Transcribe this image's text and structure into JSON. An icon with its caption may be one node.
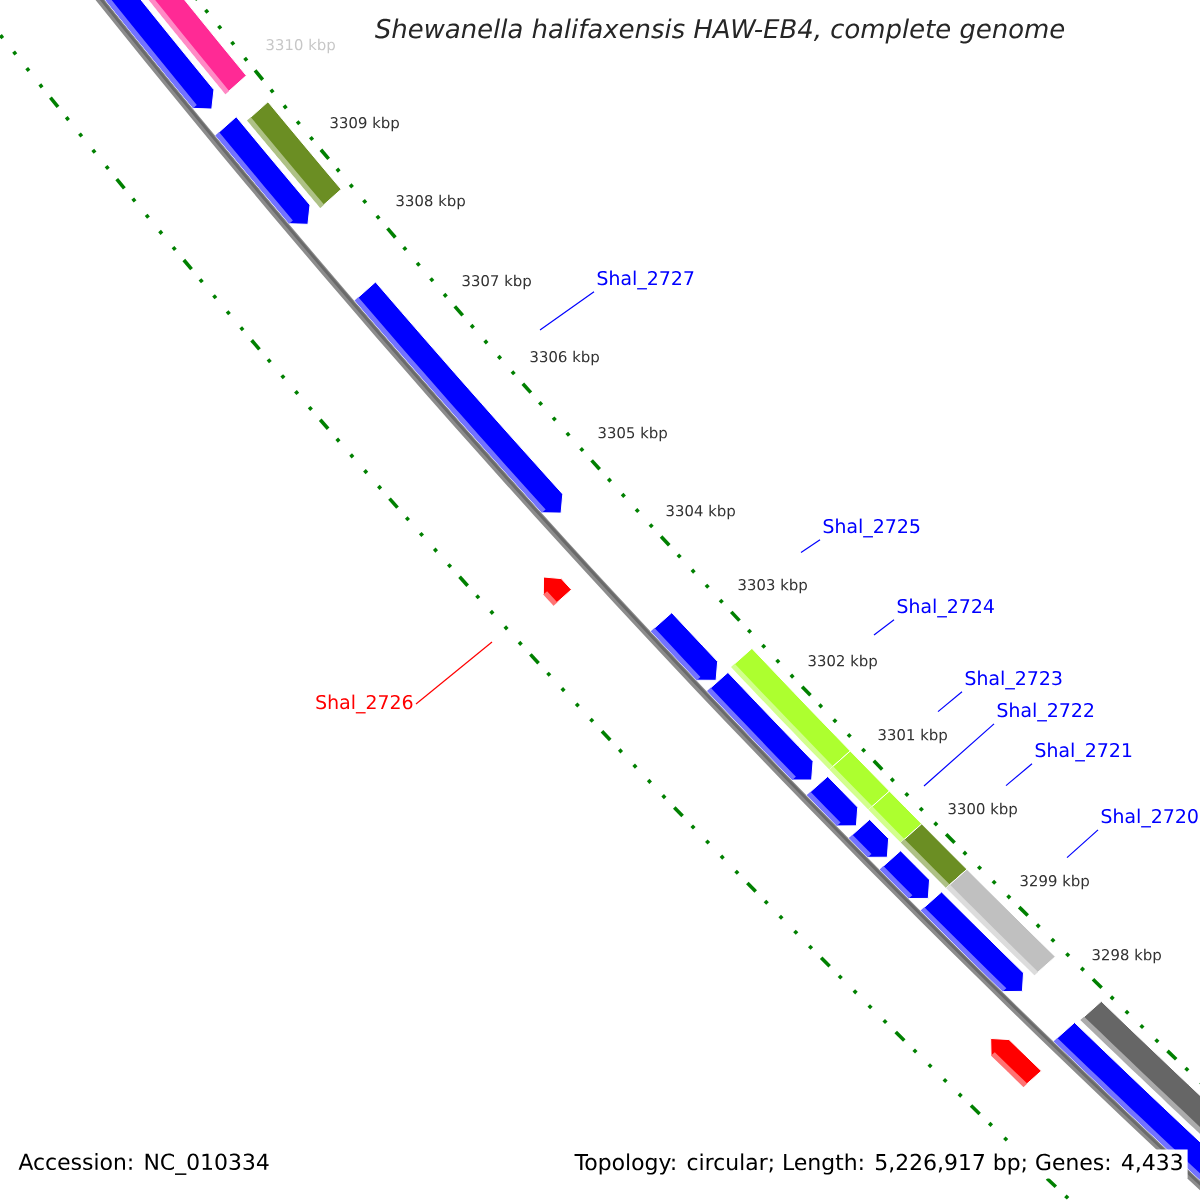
{
  "diagram": {
    "title": "Shewanella halifaxensis HAW-EB4, complete genome",
    "nodes": [
      {
        "text": [
          "Shal_2727"
        ]
      },
      {
        "text": [
          "Shal_2725"
        ]
      },
      {
        "text": [
          "Shal_2724"
        ]
      },
      {
        "text": [
          "Shal_2723"
        ]
      },
      {
        "text": [
          "Shal_2726"
        ]
      },
      {
        "text": [
          "Shal_2722"
        ]
      },
      {
        "text": [
          "Shal_2721"
        ]
      },
      {
        "text": [
          "Shal_2720"
        ]
      }
    ],
    "edges": [
      {
        "from": 0,
        "to": null,
        "arrow": "none"
      },
      {
        "from": 1,
        "to": null,
        "arrow": "none"
      },
      {
        "from": 2,
        "to": null,
        "arrow": "none"
      },
      {
        "from": 3,
        "to": null,
        "arrow": "none"
      },
      {
        "from": 4,
        "to": null,
        "arrow": "none",
        "color": "#ff0000"
      },
      {
        "from": 5,
        "to": null,
        "arrow": "none"
      },
      {
        "from": 6,
        "to": null,
        "arrow": "none"
      },
      {
        "from": 7,
        "to": null,
        "arrow": "none"
      }
    ],
    "labels": [
      "3310 kbp",
      "3309 kbp",
      "3308 kbp",
      "3307 kbp",
      "3306 kbp",
      "3305 kbp",
      "3304 kbp",
      "3303 kbp",
      "3302 kbp",
      "3301 kbp",
      "3300 kbp",
      "3299 kbp",
      "3298 kbp",
      "Accession: NC_010334",
      "Topology: circular; Length: 5,226,917 bp; Genes: 4,433"
    ]
  }
}
